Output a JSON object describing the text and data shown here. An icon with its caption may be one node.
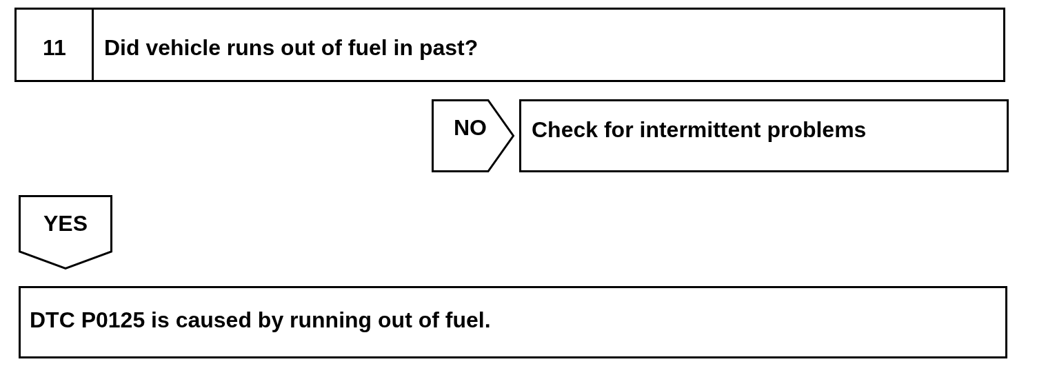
{
  "diagram": {
    "nodes": [
      {
        "text": [
          "11",
          "Did vehicle runs out of fuel in past?"
        ]
      },
      {
        "text": [
          "NO"
        ]
      },
      {
        "text": [
          "Check for intermittent problems"
        ]
      },
      {
        "text": [
          "YES"
        ]
      },
      {
        "text": [
          "DTC P0125 is caused by running out of fuel."
        ]
      }
    ]
  }
}
